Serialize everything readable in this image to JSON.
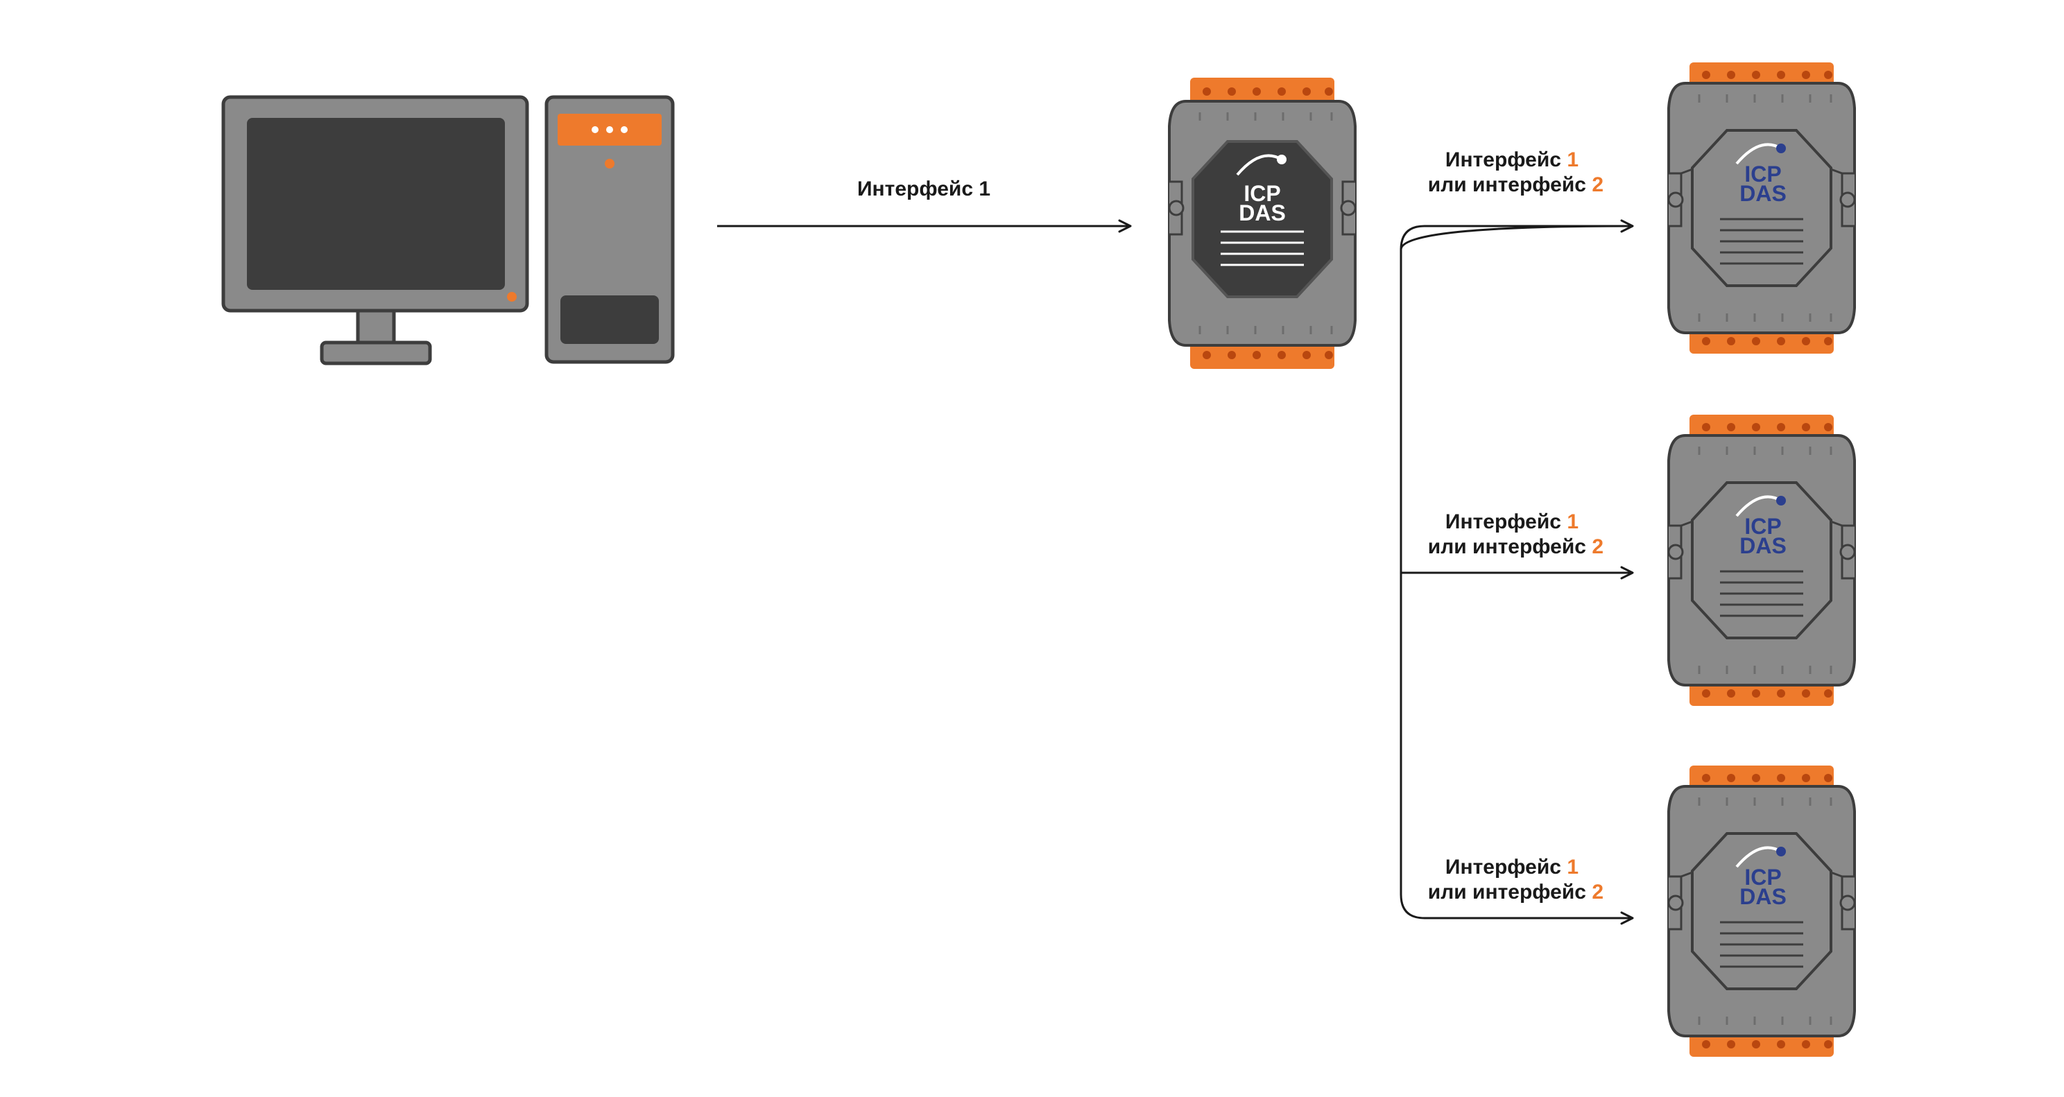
{
  "labels": {
    "main_link": "Интерфейс 1",
    "sub_link_line1_text": "Интерфейс ",
    "sub_link_line1_num": "1",
    "sub_link_line2_text": "или интерфейс ",
    "sub_link_line2_num": "2"
  },
  "logo": {
    "line1": "ICP",
    "line2": "DAS"
  },
  "colors": {
    "accent": "#ee7a2c",
    "device_gray": "#8a8a8a",
    "dark": "#3d3d3d",
    "logo_blue": "#2b3f8e",
    "line": "#1a1a1a"
  }
}
